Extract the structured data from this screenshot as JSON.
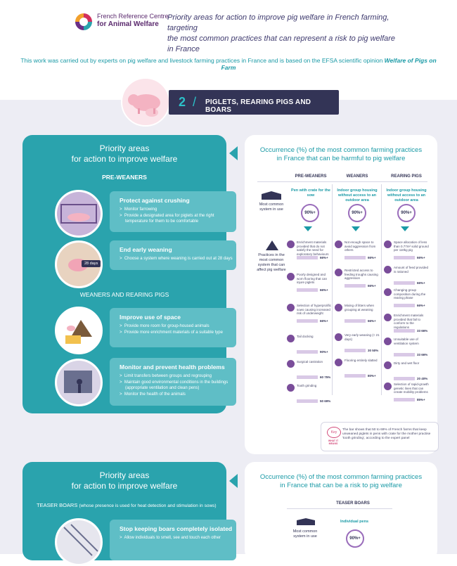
{
  "header": {
    "logo_line1": "French Reference Centre",
    "logo_line2": "for Animal Welfare",
    "title_line1": "Priority areas for action to improve pig welfare in French farming, targeting",
    "title_line2": "the most common practices that can represent a risk to pig welfare in France"
  },
  "intro": {
    "text": "This work was carried out by experts on pig welfare and livestock farming practices in France and is based on the EFSA scientific opinion ",
    "italic": "Welfare of Pigs on Farm"
  },
  "section": {
    "number": "2",
    "label": "PIGLETS, REARING PIGS AND BOARS"
  },
  "panel1": {
    "title_line1": "Priority areas",
    "title_line2": "for action to improve welfare",
    "heading1": "PRE-WEANERS",
    "heading2": "WEANERS AND REARING PIGS",
    "cards": [
      {
        "title": "Protect against crushing",
        "items": [
          "Monitor farrowing",
          "Provide a designated area for piglets at the right",
          "temperature for them to be comfortable"
        ]
      },
      {
        "title": "End early weaning",
        "items": [
          "Choose a system where weaning is carried out at 28 days"
        ],
        "tag": "28 days"
      },
      {
        "title": "Improve use of space",
        "items": [
          "Provide more room for group-housed animals",
          "Provide more enrichment materials of a suitable type"
        ]
      },
      {
        "title": "Monitor and prevent health problems",
        "items": [
          "Limit transfers between groups and regrouping",
          "Maintain good environmental conditions in the buildings",
          "(appropriate ventilation and clean pens)",
          "Monitor the health of the animals"
        ]
      }
    ]
  },
  "occurrence1": {
    "title_line1": "Occurrence (%) of the most common farming practices",
    "title_line2": "in France that can be harmful to pig welfare",
    "columns": [
      "PRE-WEANERS",
      "WEANERS",
      "REARING PIGS"
    ],
    "systems": [
      "Pen with crate for the sow",
      "Indoor group housing without access to an outdoor area",
      "Indoor group housing without access to an outdoor area"
    ],
    "badge": "90%+",
    "row1": [
      "Most common",
      "system in use"
    ],
    "row2": [
      "Practices in the",
      "most common",
      "system that can",
      "affect pig welfare"
    ],
    "practices": {
      "pre": [
        {
          "text": "Enrichment materials provided that do not satisfy the need for exploratory behaviours",
          "pct": "66%+"
        },
        {
          "text": "Poorly designed and worn flooring that can injure piglets",
          "pct": "66%+"
        },
        {
          "text": "Selection of hyperprolific sows causing increased risk of underweight",
          "pct": "66%+"
        },
        {
          "text": "Tail docking",
          "pct": "90%+"
        },
        {
          "text": "Surgical castration",
          "pct": "60 75%"
        },
        {
          "text": "Tooth grinding",
          "pct": "50 69%"
        }
      ],
      "wea": [
        {
          "text": "Not enough space to avoid aggression from others",
          "pct": "66%+"
        },
        {
          "text": "Restricted access to feeding troughs causing aggression",
          "pct": "66%+"
        },
        {
          "text": "Mixing of litters when grouping at weaning",
          "pct": "66%+"
        },
        {
          "text": "Very early weaning (< 21 days)",
          "pct": "30 50%"
        },
        {
          "text": "Flooring entirely slatted",
          "pct": "80%+"
        }
      ],
      "rea": [
        {
          "text": "Space allocation of less than 0.77m² solid ground per 110kg pig",
          "pct": "66%+"
        },
        {
          "text": "Amount of feed provided is rationed",
          "pct": "66%+"
        },
        {
          "text": "Changing group composition during the rearing phase",
          "pct": "66%+"
        },
        {
          "text": "Enrichment materials provided that fail to conform to the regulations",
          "pct": "33 66%"
        },
        {
          "text": "Unsuitable use of ventilation system",
          "pct": "33 66%"
        },
        {
          "text": "Dirty and wet floor",
          "pct": "20 40%"
        },
        {
          "text": "Selection of rapid-growth genetic lines that can create mobility problems",
          "pct": "85%+"
        }
      ]
    }
  },
  "note": {
    "key": "Key",
    "caption": "WHAT IT MEANS",
    "text": "The bar shows that 50 to 69% of French farms that keep unweaned piglets in pens with crate for the mother practise 'tooth grinding', according to the expert panel"
  },
  "panel2": {
    "title_line1": "Priority areas",
    "title_line2": "for action to improve welfare",
    "heading": "TEASER BOARS",
    "heading_note": "(whose presence is used for heat detection and stimulation in sows)",
    "card": {
      "title": "Stop keeping boars completely isolated",
      "items": [
        "Allow individuals to smell, see and touch each other"
      ]
    }
  },
  "occurrence2": {
    "title_line1": "Occurrence (%) of the most common farming practices",
    "title_line2": "in France that can be a risk to pig welfare",
    "column": "TEASER BOARS",
    "system": "Individual pens",
    "row1": [
      "Most common",
      "system in use"
    ],
    "badge": "90%+"
  }
}
